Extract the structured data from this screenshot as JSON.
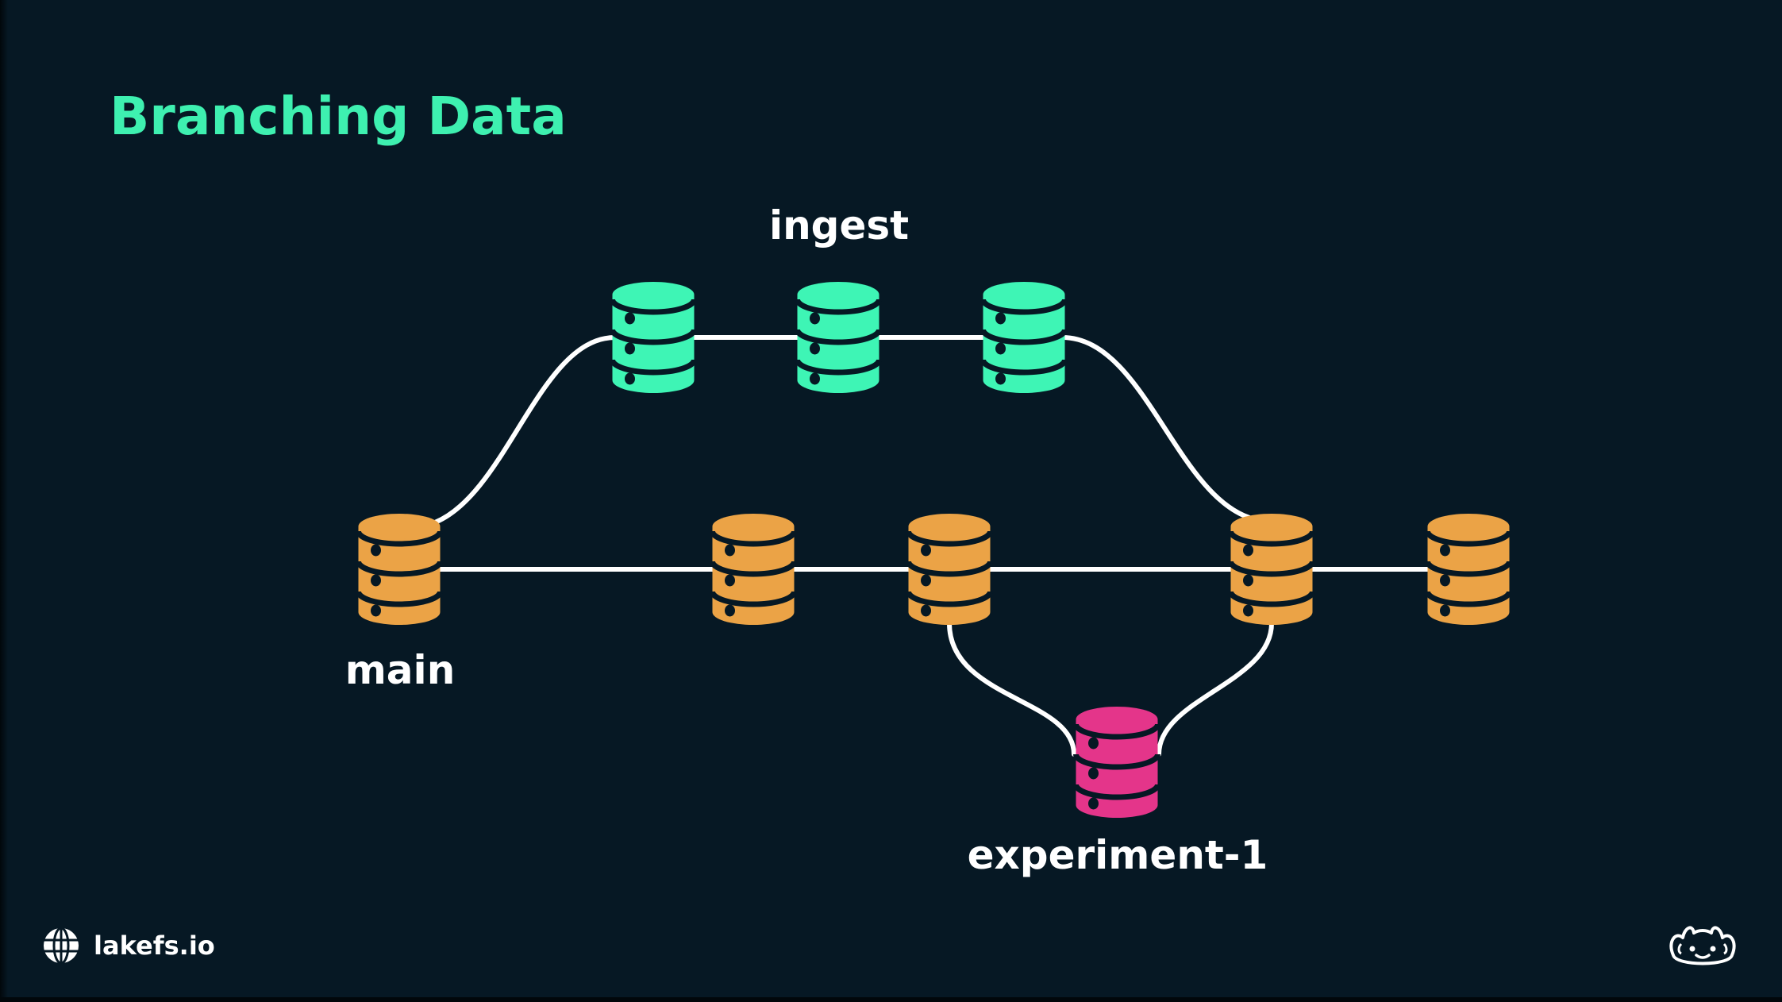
{
  "slide": {
    "title": "Branching Data",
    "background_color": "#061824",
    "title_color": "#3ef0b0"
  },
  "branches": [
    {
      "id": "ingest",
      "label": "ingest",
      "color": "#3ef5b5",
      "commits": 3
    },
    {
      "id": "main",
      "label": "main",
      "color": "#eba346",
      "commits": 5
    },
    {
      "id": "experiment-1",
      "label": "experiment-1",
      "color": "#e4358a",
      "commits": 1
    }
  ],
  "edges": [
    {
      "from": "main-1",
      "to": "ingest-1",
      "type": "branch"
    },
    {
      "from": "ingest-3",
      "to": "main-4",
      "type": "merge"
    },
    {
      "from": "main-3",
      "to": "experiment-1-1",
      "type": "branch"
    },
    {
      "from": "experiment-1-1",
      "to": "main-4",
      "type": "merge"
    }
  ],
  "footer": {
    "link_text": "lakefs.io",
    "link_icon": "globe-icon",
    "logo_icon": "axolotl-mascot-icon"
  }
}
